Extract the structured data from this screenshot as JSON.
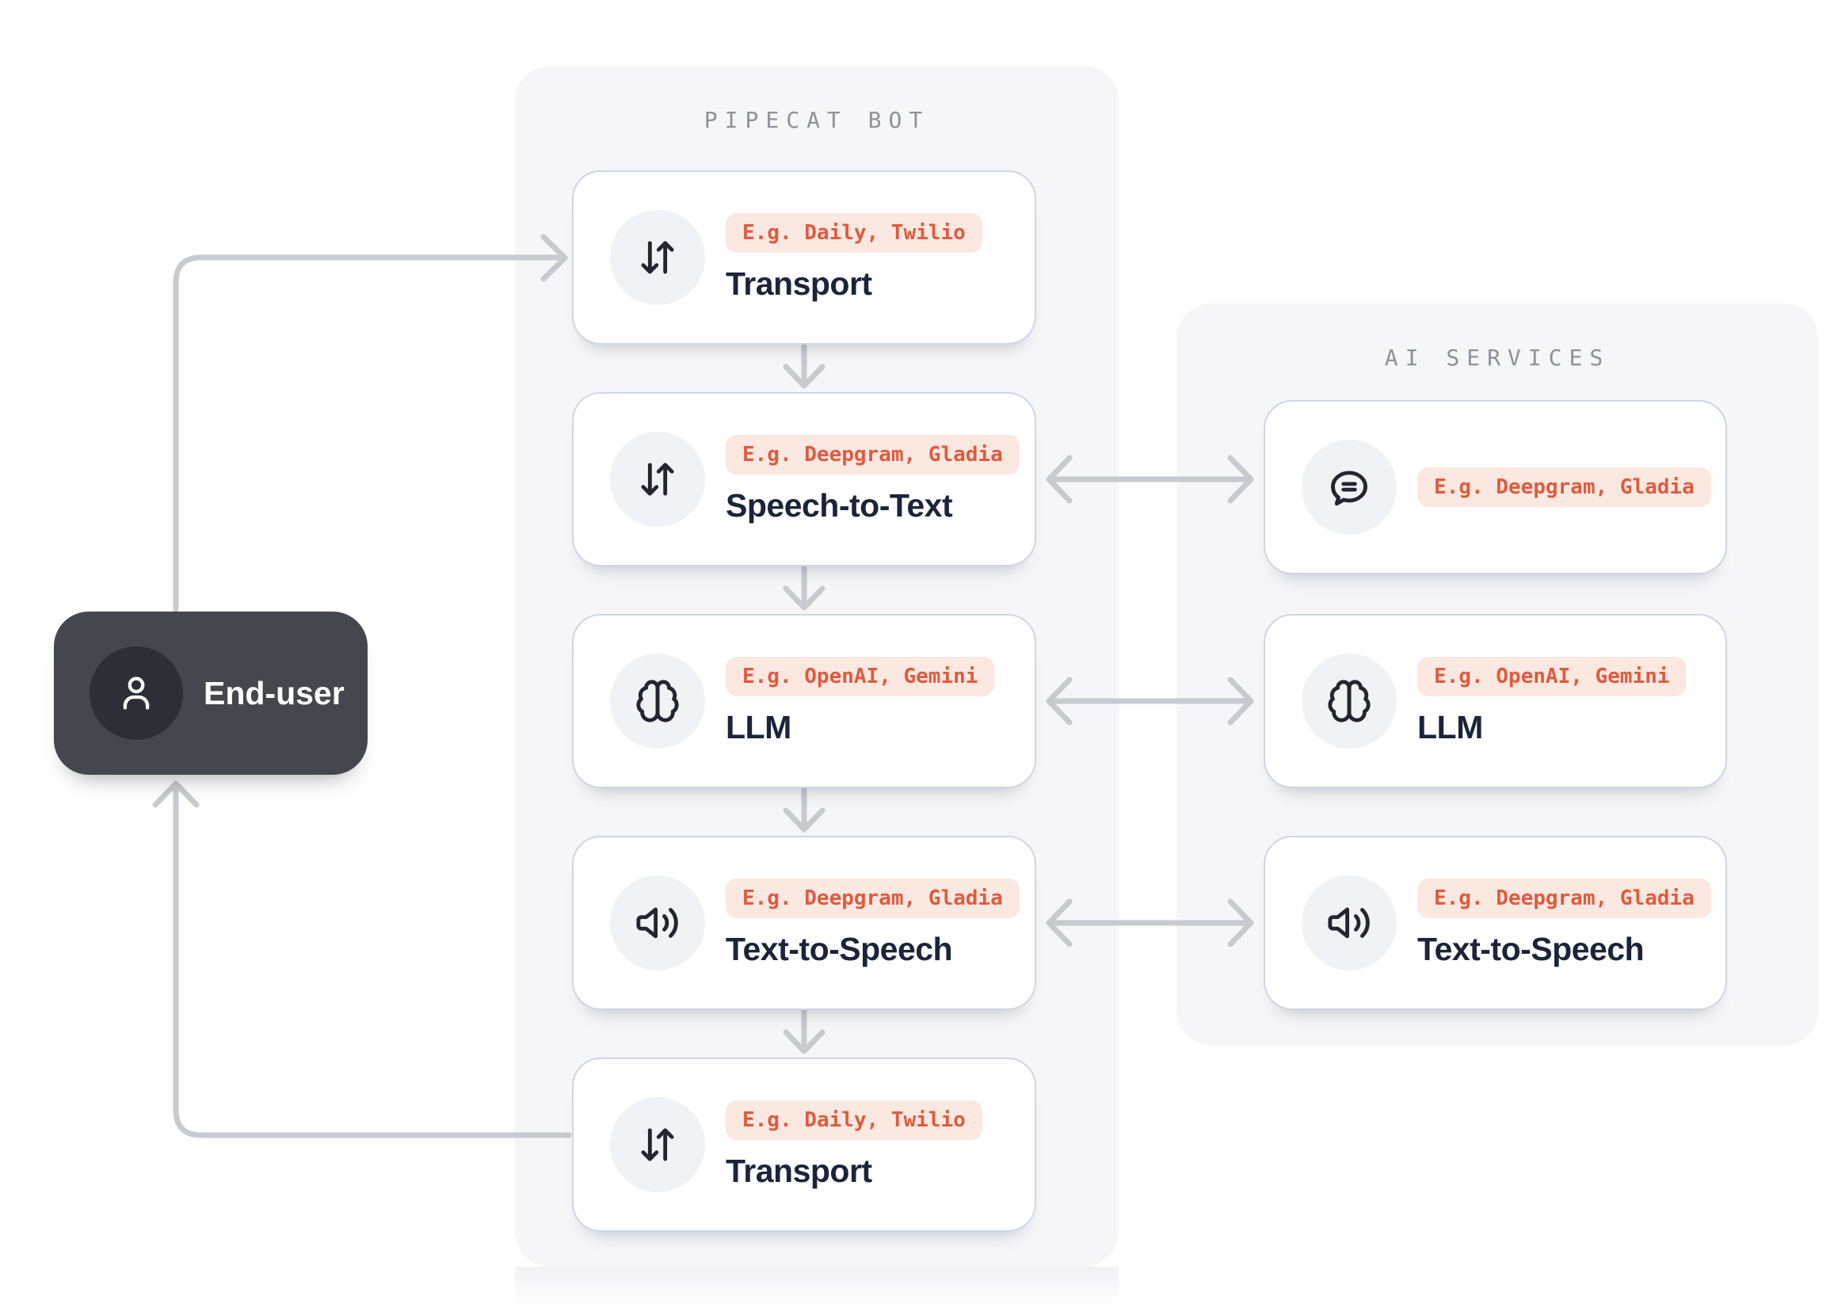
{
  "end_user": {
    "label": "End-user",
    "icon": "user-icon"
  },
  "pipecat_panel": {
    "title": "PIPECAT BOT",
    "cards": [
      {
        "icon": "arrows-up-down-icon",
        "badge": "E.g. Daily, Twilio",
        "label": "Transport"
      },
      {
        "icon": "arrows-up-down-icon",
        "badge": "E.g. Deepgram, Gladia",
        "label": "Speech-to-Text"
      },
      {
        "icon": "brain-icon",
        "badge": "E.g. OpenAI, Gemini",
        "label": "LLM"
      },
      {
        "icon": "speaker-icon",
        "badge": "E.g. Deepgram, Gladia",
        "label": "Text-to-Speech"
      },
      {
        "icon": "arrows-up-down-icon",
        "badge": "E.g. Daily, Twilio",
        "label": "Transport"
      }
    ]
  },
  "ai_panel": {
    "title": "AI SERVICES",
    "cards": [
      {
        "icon": "speech-bubble-icon",
        "badge": "E.g. Deepgram, Gladia",
        "label": ""
      },
      {
        "icon": "brain-icon",
        "badge": "E.g. OpenAI, Gemini",
        "label": "LLM"
      },
      {
        "icon": "speaker-icon",
        "badge": "E.g. Deepgram, Gladia",
        "label": "Text-to-Speech"
      }
    ]
  },
  "colors": {
    "accent": "#df5b3e",
    "badge_bg": "#fae8e1",
    "card_border": "#cfd6e3",
    "panel_bg": "#f6f6f8",
    "connector": "#c8cad0",
    "node_dark": "#45474e",
    "node_circle": "#2d2f36",
    "label_text": "#1b2438",
    "title_gray": "#8d9199"
  }
}
